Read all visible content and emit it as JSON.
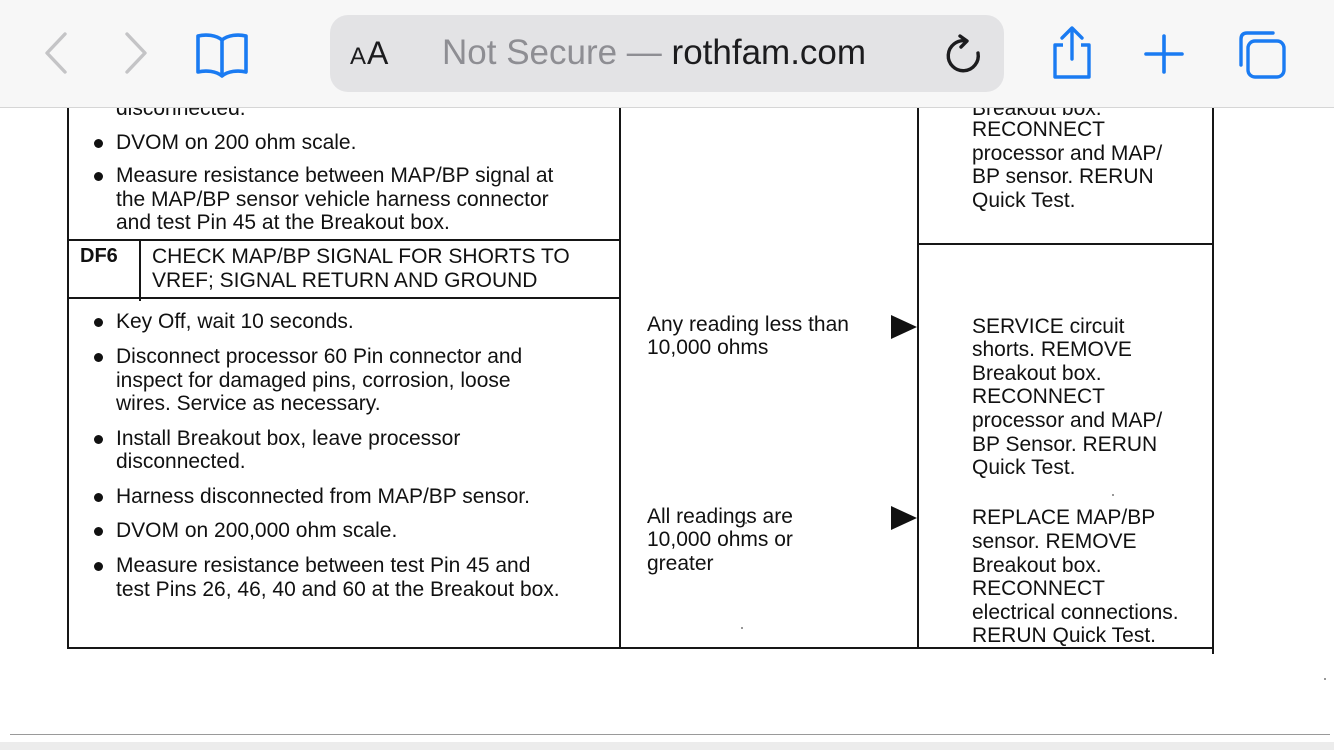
{
  "browser": {
    "back_icon": "chevron-left-icon",
    "forward_icon": "chevron-right-icon",
    "bookmarks_icon": "book-icon",
    "text_size_label": "AA",
    "security_text": "Not Secure —",
    "domain": "rothfam.com",
    "reload_icon": "reload-icon",
    "share_icon": "share-icon",
    "new_tab_icon": "plus-icon",
    "tabs_icon": "tabs-icon",
    "accent_color": "#1a7bf2"
  },
  "document": {
    "top_section": {
      "cutoff_text": "disconnected.",
      "bullets": [
        [
          "DVOM on 200 ohm scale."
        ],
        [
          "Measure resistance between MAP/BP signal at",
          "the MAP/BP sensor vehicle harness connector",
          "and test Pin 45 at the Breakout box."
        ]
      ],
      "action_cutoff": "Breakout box.",
      "action_lines": [
        "RECONNECT",
        "processor and MAP/",
        "BP sensor. RERUN",
        "Quick Test."
      ]
    },
    "df6": {
      "step_id": "DF6",
      "title_lines": [
        "CHECK MAP/BP SIGNAL FOR SHORTS TO",
        "VREF; SIGNAL RETURN AND GROUND"
      ],
      "bullets": [
        [
          "Key Off, wait 10 seconds."
        ],
        [
          "Disconnect processor 60 Pin connector and",
          "inspect for damaged pins, corrosion, loose",
          "wires. Service as necessary."
        ],
        [
          "Install Breakout box, leave processor",
          "disconnected."
        ],
        [
          "Harness disconnected from MAP/BP sensor."
        ],
        [
          "DVOM on 200,000 ohm scale."
        ],
        [
          "Measure resistance between test Pin 45 and",
          "test Pins 26, 46, 40 and 60 at the Breakout box."
        ]
      ],
      "results": [
        {
          "condition": [
            "Any reading less than",
            "10,000 ohms"
          ],
          "action": [
            "SERVICE circuit",
            "shorts. REMOVE",
            "Breakout box.",
            "RECONNECT",
            "processor and MAP/",
            "BP Sensor. RERUN",
            "Quick Test."
          ]
        },
        {
          "condition": [
            "All readings are",
            "10,000 ohms or",
            "greater"
          ],
          "action": [
            "REPLACE MAP/BP",
            "sensor. REMOVE",
            "Breakout box.",
            "RECONNECT",
            "electrical connections.",
            "RERUN Quick Test."
          ]
        }
      ]
    }
  }
}
